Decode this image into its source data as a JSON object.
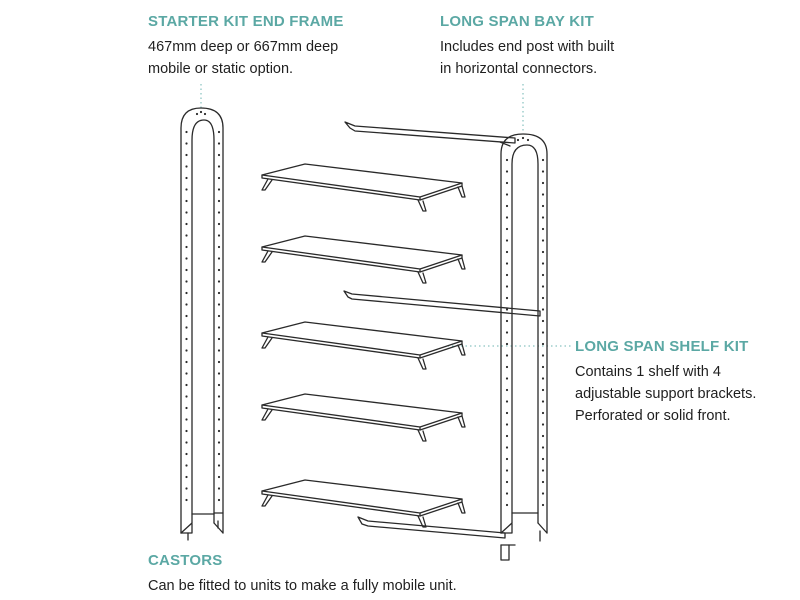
{
  "callouts": {
    "starter": {
      "title": "STARTER KIT END FRAME",
      "lines": [
        "467mm deep or 667mm deep",
        "mobile or static option."
      ]
    },
    "bay": {
      "title": "LONG SPAN BAY KIT",
      "lines": [
        "Includes end post with built",
        "in horizontal connectors."
      ]
    },
    "shelf": {
      "title": "LONG SPAN SHELF KIT",
      "lines": [
        "Contains 1 shelf with 4",
        "adjustable support brackets.",
        "Perforated or solid front."
      ]
    },
    "castors": {
      "title": "CASTORS",
      "lines": [
        "Can be fitted to units to make a fully mobile unit."
      ]
    }
  },
  "colors": {
    "accent": "#5ba8a4",
    "line": "#2a2a2a",
    "text": "#1f1f1f"
  }
}
